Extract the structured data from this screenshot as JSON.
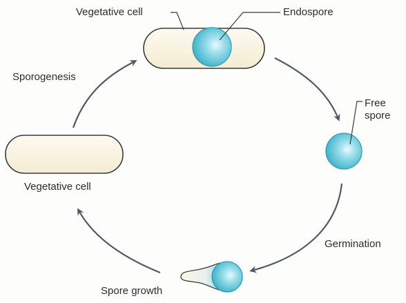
{
  "labels": {
    "vegetative_cell_top": "Vegetative cell",
    "endospore": "Endospore",
    "sporogenesis": "Sporogenesis",
    "free_spore_line1": "Free",
    "free_spore_line2": "spore",
    "vegetative_cell_left": "Vegetative cell",
    "germination": "Germination",
    "spore_growth": "Spore growth"
  },
  "colors": {
    "cell_fill": "#fbf6e6",
    "cell_outline": "#3a3a3a",
    "spore_fill": "#7fd3e3",
    "spore_edge": "#2a9bb4",
    "spore_highlight": "#e8f8fb",
    "arrow": "#4f5a63"
  }
}
